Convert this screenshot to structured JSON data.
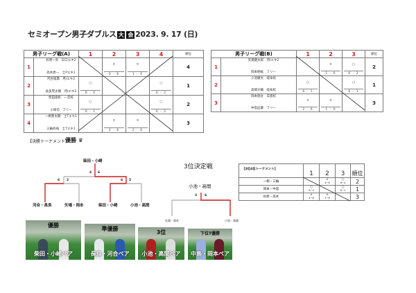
{
  "title": {
    "prefix": "セミオープン男子ダブルス",
    "badge1": "大",
    "badge2": "会",
    "suffix": "2023. 9. 17 (日)"
  },
  "league_a": {
    "header": "男子リーグ戦(A)",
    "cols": [
      "1",
      "2",
      "3",
      "4"
    ],
    "rank_label": "順位",
    "rows": [
      {
        "no": "1",
        "p1": "杉原一矢　日ロエキ2",
        "p2": "高木昇一　土Pエキ1",
        "results": [
          null,
          {
            "mark": "×",
            "score": "0 - 6"
          },
          {
            "mark": "×",
            "score": "1 - 6"
          },
          null
        ],
        "rank": "4"
      },
      {
        "no": "2",
        "p1": "河合俊典　月Iエキ2",
        "p2": "長良晃太朗　月Iエキ2",
        "results": [
          {
            "mark": "○",
            "score": "6 - 0"
          },
          null,
          null,
          {
            "mark": "○",
            "score": "6 - 2"
          }
        ],
        "rank": "1"
      },
      {
        "no": "3",
        "p1": "柴田俊彰　一宮校",
        "p2": "小崎司　フリー",
        "results": [
          {
            "mark": "○",
            "score": "6 - 1"
          },
          null,
          null,
          {
            "mark": "○",
            "score": "6 - 2"
          }
        ],
        "rank": "2"
      },
      {
        "no": "4",
        "p1": "一柳勇太朗　土Tエキ1",
        "p2": "三輪有祐　土Tエキ1",
        "results": [
          null,
          {
            "mark": "×",
            "score": "2 - 6"
          },
          {
            "mark": "×",
            "score": "2 - 6"
          },
          null
        ],
        "rank": "3"
      }
    ]
  },
  "league_b": {
    "header": "男子リーグ戦(B)",
    "cols": [
      "1",
      "2",
      "3"
    ],
    "rank_label": "順位",
    "rows": [
      {
        "no": "1",
        "p1": "矢場健太郎　月Iエキ2",
        "p2": "岡本明紘　フリー",
        "results": [
          null,
          {
            "mark": "×",
            "score": "1 - 6"
          },
          {
            "mark": "○",
            "score": "6 - 2"
          }
        ],
        "rank": "2"
      },
      {
        "no": "2",
        "p1": "小池康文　岐阜校",
        "p2": "高間大輔　岐阜校",
        "results": [
          {
            "mark": "○",
            "score": "6 - 1"
          },
          null,
          {
            "mark": "○",
            "score": "6 - 1"
          }
        ],
        "rank": "1"
      },
      {
        "no": "3",
        "p1": "岡本翔太　日進校",
        "p2": "中島匡康　フリー",
        "results": [
          {
            "mark": "×",
            "score": "2 - 6"
          },
          {
            "mark": "×",
            "score": "1 - 6"
          },
          null
        ],
        "rank": "3"
      }
    ]
  },
  "third_league": {
    "header": "【3位4位トーナメント】",
    "cols": [
      "1",
      "2",
      "3"
    ],
    "rank_label": "順位",
    "rows": [
      {
        "name": "一柳・三輪",
        "results": [
          null,
          {
            "mark": "×",
            "score": "4−6"
          },
          {
            "mark": "○",
            "score": "6−4"
          }
        ],
        "rank": "2"
      },
      {
        "name": "岡本・中島",
        "results": [
          {
            "mark": "○",
            "score": "6−4"
          },
          null,
          {
            "mark": "○",
            "score": "6−1"
          }
        ],
        "rank": "1"
      },
      {
        "name": "杉原・高木",
        "results": [
          {
            "mark": "×",
            "score": "4−6"
          },
          {
            "mark": "×",
            "score": "1−6"
          },
          null
        ],
        "rank": "3"
      }
    ]
  },
  "final": {
    "section_label": "【決勝トーナメント】",
    "champion_label": "優勝",
    "crown_icon": "crown-icon",
    "champion": "柴田・小崎",
    "teams": [
      "河合・長良",
      "矢場・岡本",
      "柴田・小崎",
      "小池・高間"
    ],
    "semi1_scores": [
      "6",
      "2"
    ],
    "semi2_scores": [
      "6",
      "5"
    ],
    "final_scores": [
      "4",
      "6"
    ]
  },
  "third_place": {
    "title": "3位決定戦",
    "winner": "小池・高間",
    "teams": [
      "矢場・岡本",
      "小池・高間"
    ],
    "scores": [
      "3",
      "6"
    ]
  },
  "photos": [
    {
      "heading": "優勝",
      "caption": "柴田・小崎ペア"
    },
    {
      "heading": "準優勝",
      "caption": "長良・河合ペア"
    },
    {
      "heading": "3位",
      "caption": "小池・高間ペア"
    },
    {
      "heading": "下位T優勝",
      "caption": "中島・岡本ペア"
    }
  ],
  "colors": {
    "accent_red": "#d02020",
    "line_grey": "#aaaaaa"
  }
}
